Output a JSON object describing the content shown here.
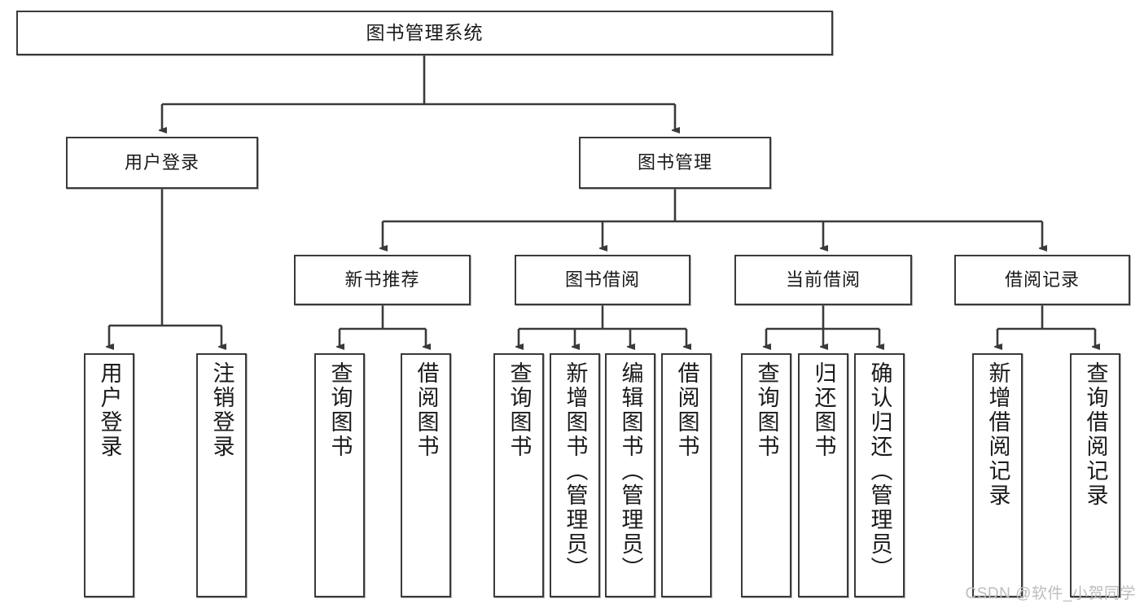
{
  "diagram": {
    "title": "图书管理系统",
    "type": "functional-structure-tree",
    "colors": {
      "box_border": "#3a3a3a",
      "box_fill": "#ffffff",
      "edge": "#3a3a3a",
      "text": "#1a1a1a",
      "watermark": "#bdbdbd"
    },
    "levels": {
      "level1": [
        {
          "id": "root",
          "label": "图书管理系统"
        }
      ],
      "level2": [
        {
          "id": "user-login",
          "label": "用户登录"
        },
        {
          "id": "book-manage",
          "label": "图书管理"
        }
      ],
      "level3": [
        {
          "id": "new-book-recommend",
          "label": "新书推荐"
        },
        {
          "id": "book-borrow",
          "label": "图书借阅"
        },
        {
          "id": "current-borrow",
          "label": "当前借阅"
        },
        {
          "id": "borrow-record",
          "label": "借阅记录"
        }
      ],
      "level4": [
        {
          "id": "leaf-user-login",
          "parent": "user-login",
          "label": "用户登录"
        },
        {
          "id": "leaf-logout",
          "parent": "user-login",
          "label": "注销登录"
        },
        {
          "id": "leaf-query-book-1",
          "parent": "new-book-recommend",
          "label": "查询图书"
        },
        {
          "id": "leaf-borrow-book-1",
          "parent": "new-book-recommend",
          "label": "借阅图书"
        },
        {
          "id": "leaf-query-book-2",
          "parent": "book-borrow",
          "label": "查询图书"
        },
        {
          "id": "leaf-add-book",
          "parent": "book-borrow",
          "label": "新增图书（管理员）"
        },
        {
          "id": "leaf-edit-book",
          "parent": "book-borrow",
          "label": "编辑图书（管理员）"
        },
        {
          "id": "leaf-borrow-book-2",
          "parent": "book-borrow",
          "label": "借阅图书"
        },
        {
          "id": "leaf-query-book-3",
          "parent": "current-borrow",
          "label": "查询图书"
        },
        {
          "id": "leaf-return-book",
          "parent": "current-borrow",
          "label": "归还图书"
        },
        {
          "id": "leaf-confirm-return",
          "parent": "current-borrow",
          "label": "确认归还（管理员）"
        },
        {
          "id": "leaf-add-record",
          "parent": "borrow-record",
          "label": "新增借阅记录"
        },
        {
          "id": "leaf-query-record",
          "parent": "borrow-record",
          "label": "查询借阅记录"
        }
      ]
    }
  },
  "watermark": {
    "text": "CSDN @软件_小贺同学"
  }
}
